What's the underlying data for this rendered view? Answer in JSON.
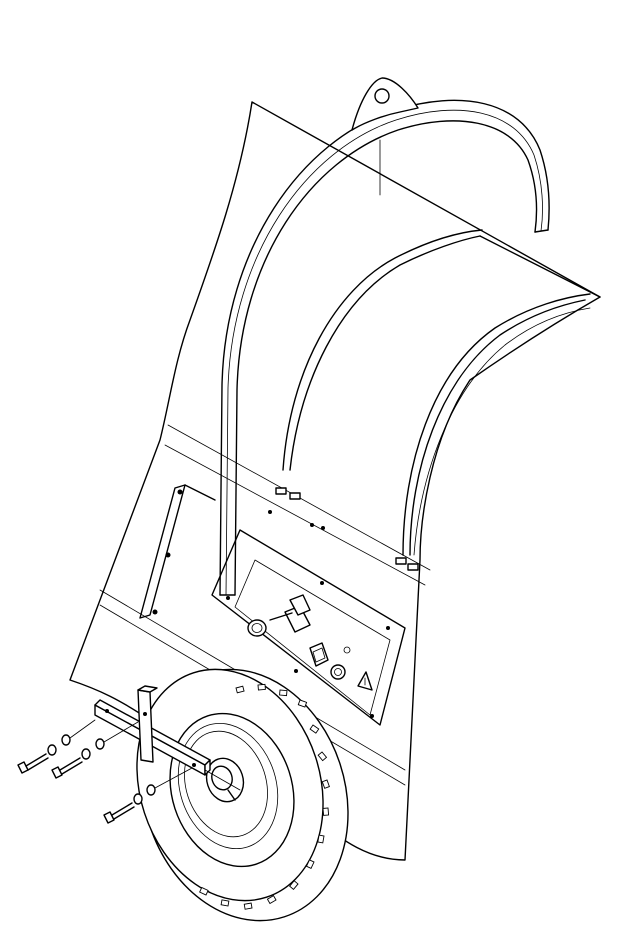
{
  "drawing": {
    "kind": "technical-line-drawing",
    "subject": "wheel-and-handle-assembly",
    "stroke_color": "#000000",
    "background_color": "#ffffff",
    "fastener_sets": 3
  }
}
